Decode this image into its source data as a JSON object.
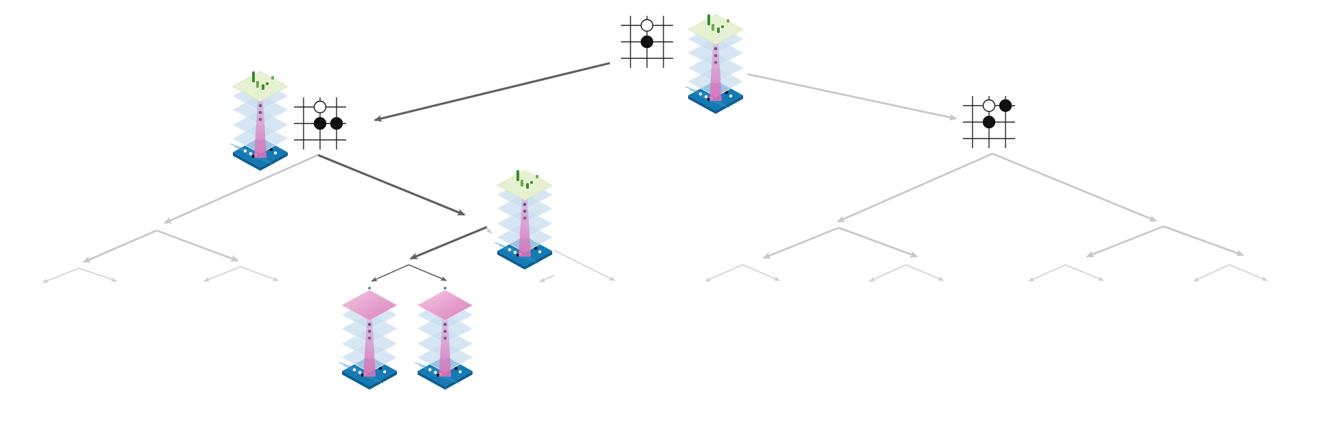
{
  "diagram": {
    "type": "search-tree",
    "colors": {
      "background": "#ffffff",
      "active_edge": "#5f5f5f",
      "inactive_edge": "#c8c8c8",
      "network_base": "#1479b4",
      "network_layer": "#c9ddef",
      "policy_head": "#e6f1d2",
      "policy_bar": "#3c8a32",
      "value_head": "#e8a6cf",
      "stone_black": "#111111",
      "stone_white": "#ffffff",
      "grid_line": "#222222"
    },
    "icons": {
      "board": "go-board-icon",
      "network_policy": "policy-network-stack-icon",
      "network_value": "value-network-stack-icon"
    },
    "nodes": [
      {
        "id": "root",
        "board_icon": "go-board-icon",
        "network_icon": "policy-network-stack-icon",
        "status": "active"
      },
      {
        "id": "left-child",
        "board_icon": "go-board-icon",
        "network_icon": "policy-network-stack-icon",
        "status": "active"
      },
      {
        "id": "right-child",
        "board_icon": "go-board-icon",
        "status": "inactive"
      },
      {
        "id": "left-grandchild",
        "network_icon": "policy-network-stack-icon",
        "status": "active"
      },
      {
        "id": "leaf-1",
        "network_icon": "value-network-stack-icon",
        "status": "active"
      },
      {
        "id": "leaf-2",
        "network_icon": "value-network-stack-icon",
        "status": "active"
      }
    ],
    "edges": [
      {
        "from": "root",
        "to": "left-child",
        "status": "active"
      },
      {
        "from": "root",
        "to": "right-child",
        "status": "inactive"
      },
      {
        "from": "left-child",
        "to": "left-grandchild",
        "status": "active"
      },
      {
        "from": "left-child",
        "to": "subtree",
        "status": "inactive"
      },
      {
        "from": "left-grandchild",
        "to": "leaf-1",
        "status": "active"
      },
      {
        "from": "left-grandchild",
        "to": "leaf-2",
        "status": "active"
      },
      {
        "from": "right-child",
        "to": "subtree",
        "status": "inactive"
      }
    ]
  }
}
